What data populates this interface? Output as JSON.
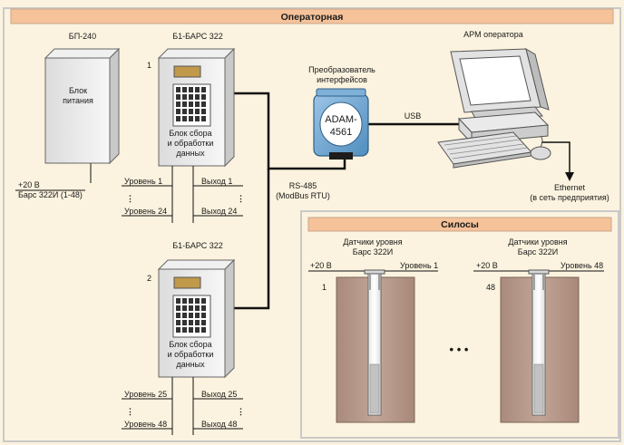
{
  "operator_room": {
    "title": "Операторная"
  },
  "power_supply": {
    "model": "БП-240",
    "label_line1": "Блок",
    "label_line2": "питания"
  },
  "power_output": {
    "line1": "+20 В",
    "line2": "Барс 322И (1-48)"
  },
  "controllers": [
    {
      "model": "Б1-БАРС 322",
      "number": "1",
      "label_line1": "Блок сбора",
      "label_line2": "и обработки",
      "label_line3": "данных",
      "input_first": "Уровень 1",
      "input_last": "Уровень 24",
      "output_first": "Выход 1",
      "output_last": "Выход 24"
    },
    {
      "model": "Б1-БАРС 322",
      "number": "2",
      "label_line1": "Блок сбора",
      "label_line2": "и обработки",
      "label_line3": "данных",
      "input_first": "Уровень 25",
      "input_last": "Уровень 48",
      "output_first": "Выход 25",
      "output_last": "Выход 48"
    }
  ],
  "converter": {
    "title_line1": "Преобразователь",
    "title_line2": "интерфейсов",
    "model_line1": "ADAM-",
    "model_line2": "4561"
  },
  "bus": {
    "line1": "RS-485",
    "line2": "(ModBus RTU)"
  },
  "usb_label": "USB",
  "workstation": {
    "title": "АРМ оператора"
  },
  "ethernet": {
    "line1": "Ethernet",
    "line2": "(в сеть предприятия)"
  },
  "silos_panel": {
    "title": "Силосы"
  },
  "silos": [
    {
      "sensor_line1": "Датчики уровня",
      "sensor_line2": "Барс 322И",
      "power": "+20 В",
      "level": "Уровень 1",
      "number": "1"
    },
    {
      "sensor_line1": "Датчики уровня",
      "sensor_line2": "Барс 322И",
      "power": "+20 В",
      "level": "Уровень 48",
      "number": "48"
    }
  ],
  "ellipsis": "• • •",
  "colors": {
    "background": "#fbf3df",
    "header": "#f5c29a",
    "silo_fill": "#b49588",
    "panel_border": "#c9c9c9"
  }
}
